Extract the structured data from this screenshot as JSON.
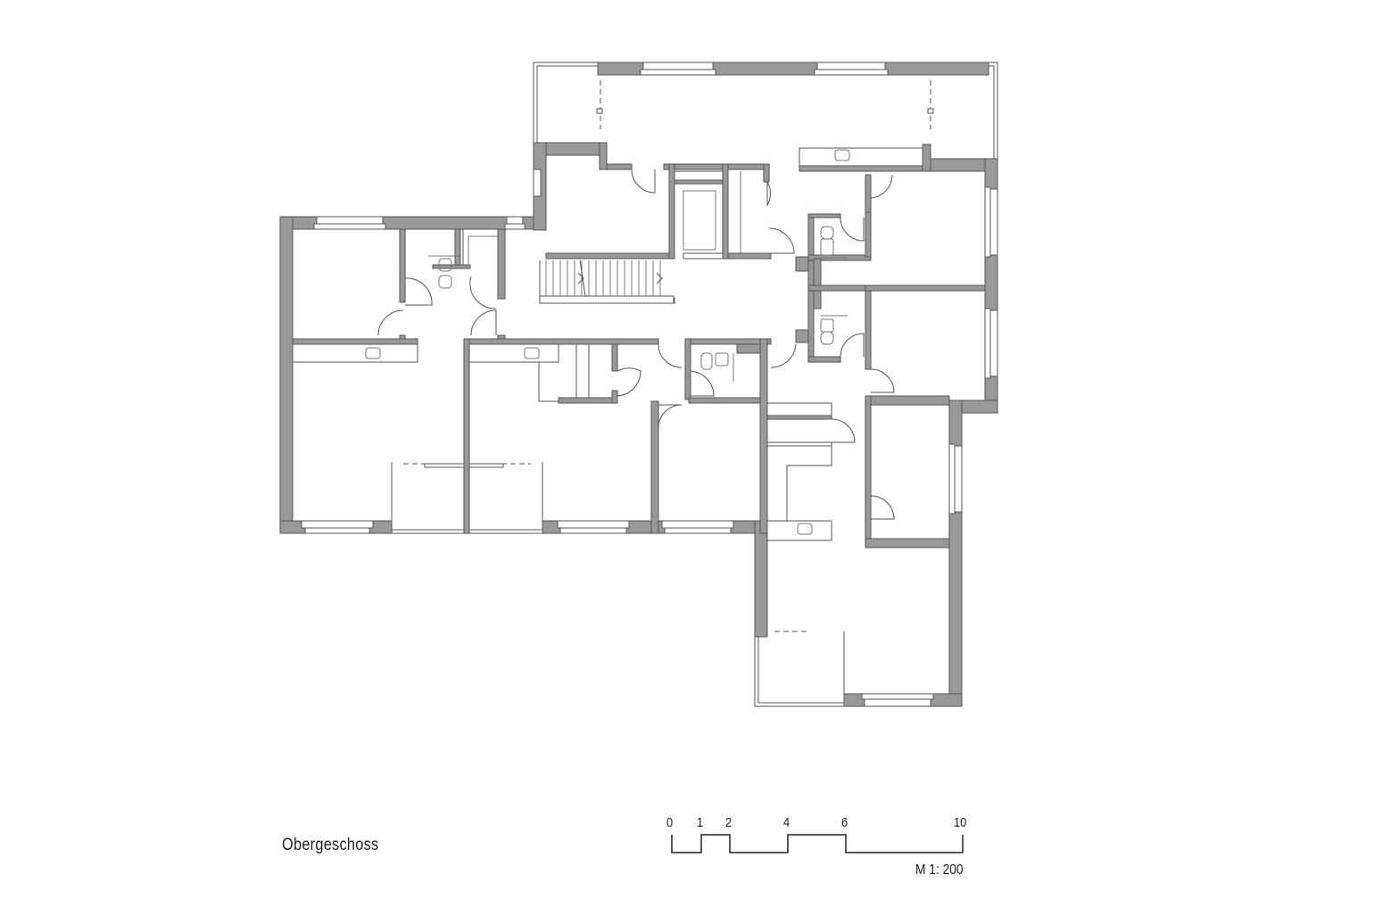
{
  "plan": {
    "title": "Obergeschoss",
    "scale": {
      "ticks": [
        "0",
        "1",
        "2",
        "4",
        "6",
        "10"
      ],
      "ratio": "M 1: 200"
    },
    "colors": {
      "wall_fill": "#999999",
      "line": "#555555",
      "background": "#ffffff"
    }
  }
}
